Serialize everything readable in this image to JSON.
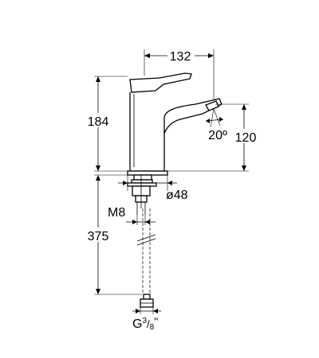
{
  "dimensions": {
    "spout_reach": "132",
    "total_height": "184",
    "spout_height": "120",
    "spray_angle": "20º",
    "base_diameter": "ø48",
    "thread_size": "M8",
    "hose_length": "375",
    "connection_prefix": "G",
    "connection_num": "3",
    "connection_den": "8",
    "connection_suffix": "\""
  },
  "colors": {
    "line": "#000000",
    "background": "#ffffff"
  }
}
